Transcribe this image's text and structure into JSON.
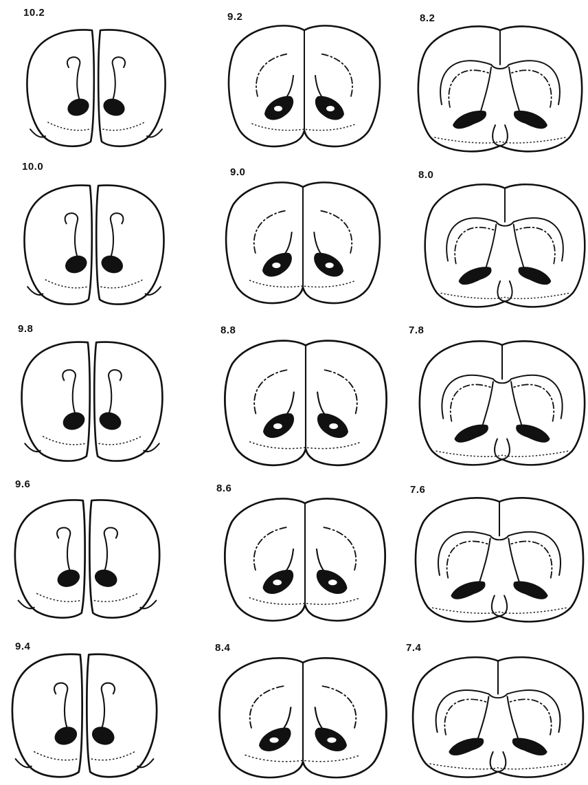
{
  "figure": {
    "panels": [
      {
        "label": "10.2",
        "variant": "frontal"
      },
      {
        "label": "9.2",
        "variant": "striatal"
      },
      {
        "label": "8.2",
        "variant": "septal"
      },
      {
        "label": "10.0",
        "variant": "frontal"
      },
      {
        "label": "9.0",
        "variant": "striatal"
      },
      {
        "label": "8.0",
        "variant": "septal"
      },
      {
        "label": "9.8",
        "variant": "frontal"
      },
      {
        "label": "8.8",
        "variant": "striatal"
      },
      {
        "label": "7.8",
        "variant": "septal"
      },
      {
        "label": "9.6",
        "variant": "frontal"
      },
      {
        "label": "8.6",
        "variant": "striatal"
      },
      {
        "label": "7.6",
        "variant": "septal"
      },
      {
        "label": "9.4",
        "variant": "frontal"
      },
      {
        "label": "8.4",
        "variant": "striatal"
      },
      {
        "label": "7.4",
        "variant": "septal"
      }
    ]
  }
}
